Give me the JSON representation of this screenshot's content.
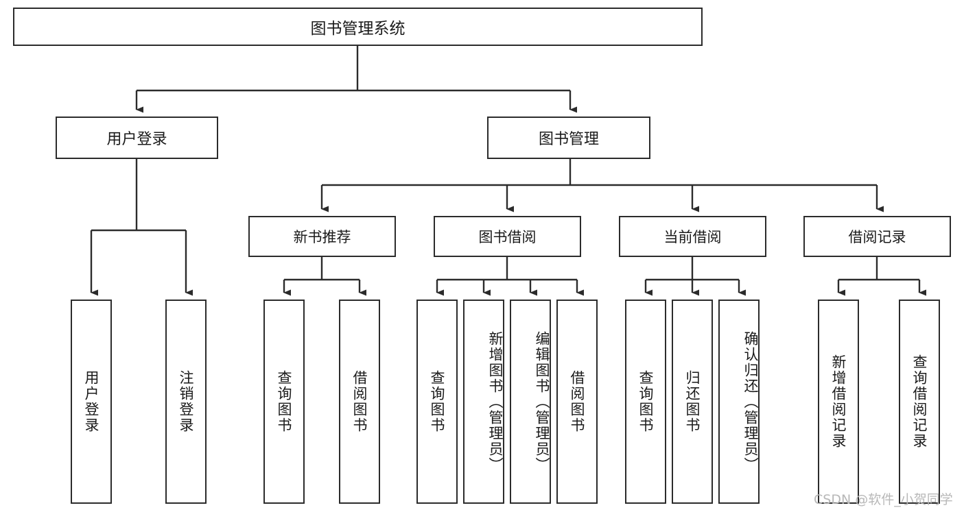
{
  "diagram": {
    "title": "图书管理系统",
    "type": "tree-hierarchy",
    "orientation": "top-down",
    "line_color": "#2b2b2b",
    "box_fill": "#ffffff",
    "text_color": "#1a1a1a"
  },
  "root": {
    "label": "图书管理系统"
  },
  "level2": [
    {
      "label": "用户登录"
    },
    {
      "label": "图书管理"
    }
  ],
  "level3": [
    {
      "label": "新书推荐"
    },
    {
      "label": "图书借阅"
    },
    {
      "label": "当前借阅"
    },
    {
      "label": "借阅记录"
    }
  ],
  "leaves": {
    "user_login": [
      {
        "label": "用户登录"
      },
      {
        "label": "注销登录"
      }
    ],
    "new_book_recommend": [
      {
        "label": "查询图书"
      },
      {
        "label": "借阅图书"
      }
    ],
    "book_borrow": [
      {
        "label": "查询图书"
      },
      {
        "label": "新增图书（管理员）"
      },
      {
        "label": "编辑图书（管理员）"
      },
      {
        "label": "借阅图书"
      }
    ],
    "current_borrow": [
      {
        "label": "查询图书"
      },
      {
        "label": "归还图书"
      },
      {
        "label": "确认归还（管理员）"
      }
    ],
    "borrow_record": [
      {
        "label": "新增借阅记录"
      },
      {
        "label": "查询借阅记录"
      }
    ]
  },
  "watermark": {
    "text": "CSDN @软件_小贺同学",
    "color": "#b8b8b8"
  }
}
